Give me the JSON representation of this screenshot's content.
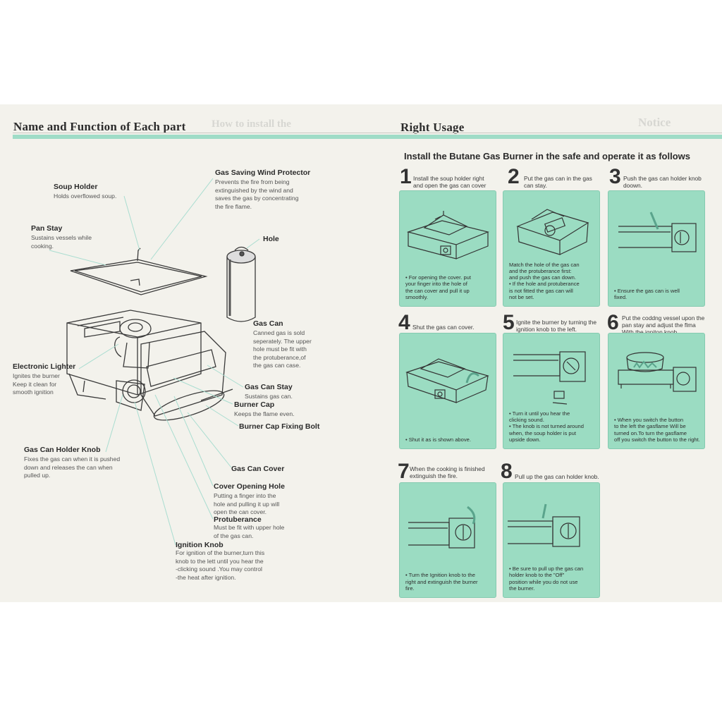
{
  "left": {
    "title": "Name and Function of Each part",
    "ghost_title": "How to install the",
    "parts": {
      "gas_saving": {
        "name": "Gas Saving Wind Protector",
        "desc": "Prevents the fire from being\nextinguished by the wind and\nsaves the gas by concentrating\nthe fire flame."
      },
      "soup_holder": {
        "name": "Soup Holder",
        "desc": "Holds overflowed soup."
      },
      "pan_stay": {
        "name": "Pan Stay",
        "desc": "Sustains vessels while\ncooking."
      },
      "hole": {
        "name": "Hole",
        "desc": ""
      },
      "gas_can": {
        "name": "Gas Can",
        "desc": "Canned gas is sold\nseperately. The upper\nhole must be fit with\nthe protuberance,of\nthe gas can case."
      },
      "electronic_lighter": {
        "name": "Electronic Lighter",
        "desc": "Ignites the burner\nKeep it clean for\nsmooth ignition"
      },
      "gas_can_stay": {
        "name": "Gas Can Stay",
        "desc": "Sustains gas can."
      },
      "burner_cap": {
        "name": "Burner Cap",
        "desc": "Keeps the flame even."
      },
      "burner_cap_bolt": {
        "name": "Burner Cap Fixing Bolt",
        "desc": ""
      },
      "gas_can_holder_knob": {
        "name": "Gas Can Holder Knob",
        "desc": "Fixes the gas can when it is pushed\ndown and releases the can when\npulled up."
      },
      "gas_can_cover": {
        "name": "Gas Can Cover",
        "desc": ""
      },
      "cover_opening_hole": {
        "name": "Cover Opening Hole",
        "desc": "Putting a finger into the\nhole and pulling it up will\nopen the can cover."
      },
      "protuberance": {
        "name": "Protuberance",
        "desc": "Must be fit with upper hole\nof the gas can."
      },
      "ignition_knob": {
        "name": "Ignition Knob",
        "desc": "For ignition of the burner,turn this\nknob to the lett until you hear the\n-clicking sound .You may control\n-the heat after ignition."
      }
    }
  },
  "right": {
    "title": "Right Usage",
    "ghost_title": "Notice",
    "install_heading": "Install the Butane Gas Burner in the safe and operate it as follows",
    "steps": [
      {
        "num": "1",
        "head": "Install the soup holder right\nand open the gas can cover",
        "note": "• For opening the cover. put\nyour finger irito the hole of\nthe can cover and pull it up\nsmoothly."
      },
      {
        "num": "2",
        "head": "Put the gas can in the gas\ncan stay.",
        "note": "Match the hole of the gas can\nand the protuberance first:\nand push the gas can down.\n  • If the hole and protuberance\nis not fitted the gas can will\nnot be set."
      },
      {
        "num": "3",
        "head": "Push the gas can holder knob\ndoown.",
        "note": "• Ensure the gas can is well\nfixed."
      },
      {
        "num": "4",
        "head": "Shut the gas can cover.",
        "note": "• Shut it as is shown above."
      },
      {
        "num": "5",
        "head": "Ignite the burner by turning the\nignition knob to the left.",
        "note": "• Turn it until you hear the\nclicking sound.\n• The knob is not turned around\nwhen, the soup holder is put\nupside down."
      },
      {
        "num": "6",
        "head": "Put the coddng vessel upon the\npan stay and adjust the flma\nWith the igniton knob.",
        "note": "• When you switch the button\nto the left the gasflame Will be\nturned on.To turn the gasflame\noff you switch the button to the right."
      },
      {
        "num": "7",
        "head": "When the cooking is finished\nextinguish the fire.",
        "note": "• Turn the Ignition knob to the\nright and extinguish the burner\nfire."
      },
      {
        "num": "8",
        "head": "Pull up the gas can holder knob.",
        "note": "• Be sure to pull up the gas can\nholder knob to the \"Off\"\nposition while you do not use\nthe burner."
      }
    ]
  },
  "colors": {
    "panel": "#9bdcc2",
    "rule": "#9fdcc7",
    "paper": "#f3f2ec"
  }
}
